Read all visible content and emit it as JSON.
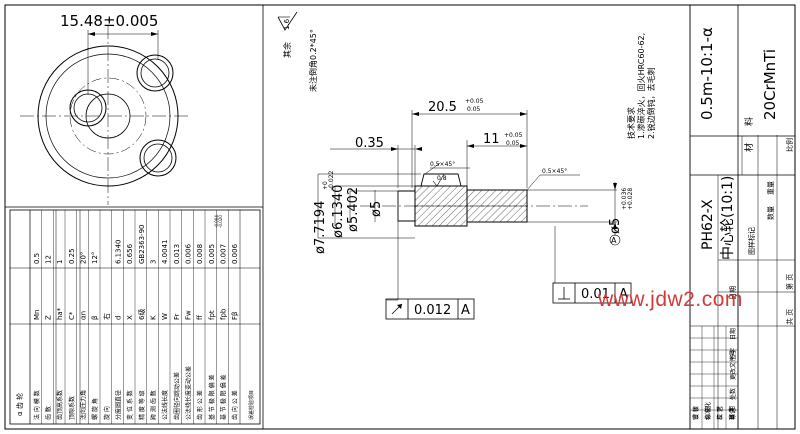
{
  "front_view": {
    "dim_top": "15.48±0.005"
  },
  "section": {
    "dim_total": "20.5",
    "dim_total_tol_upper": "+0.05",
    "dim_total_tol_lower": "0.05",
    "dim_035": "0.35",
    "dim_11": "11",
    "dim_11_tol_upper": "+0.05",
    "dim_11_tol_lower": "0.05",
    "chamfer_left": "0.5×45°",
    "roughness_small": "0.8",
    "chamfer_right": "0.5×45°",
    "dia_77194": "ø7.7194",
    "dia_77194_tol_upper": "+0",
    "dia_77194_tol_lower": "-0.022",
    "dia_61340": "ø6.1340",
    "dia_5402": "ø5.402",
    "dia_5": "ø5",
    "dia_5h": "ø5",
    "dia_5h_tol_upper": "+0.036",
    "dia_5h_tol_lower": "+0.028",
    "datum_label": "A",
    "runout_value": "0.012",
    "runout_datum": "A",
    "perp_value": "0.01",
    "perp_datum": "A"
  },
  "notes": {
    "roughness_value": "1.6",
    "rest_label": "其余",
    "chamfer_note": "未注倒角0.2*45°",
    "tech_title": "技术要求",
    "tech_line1": "1.渗碳淬火，回火HRC60-62,",
    "tech_line2": "2.锐边倒钝，去毛刺"
  },
  "gear_table": {
    "title": "α 齿 轮",
    "rows": [
      {
        "name": "法 向 模 数",
        "sym": "Mn",
        "val": "0.5"
      },
      {
        "name": "齿 数",
        "sym": "Z",
        "val": "12"
      },
      {
        "name": "齿顶高系数",
        "sym": "ha*",
        "val": "1"
      },
      {
        "name": "顶隙系数",
        "sym": "C*",
        "val": "0.25"
      },
      {
        "name": "法向压力角",
        "sym": "αn",
        "val": "20°"
      },
      {
        "name": "螺 旋 角",
        "sym": "β",
        "val": "12°"
      },
      {
        "name": "旋 向",
        "sym": "右",
        "val": ""
      },
      {
        "name": "分度圆直径",
        "sym": "d",
        "val": "6.1340"
      },
      {
        "name": "变 位 系 数",
        "sym": "X",
        "val": "0.656"
      },
      {
        "name": "精 度 等 级",
        "sym": "6级",
        "val": "GB2363-90"
      },
      {
        "name": "跨 测 齿 数",
        "sym": "K",
        "val": "3"
      },
      {
        "name": "公法线长度",
        "sym": "W",
        "val": "4.0041"
      }
    ],
    "w_tol_upper": "-0.004",
    "w_tol_lower": "-0.020",
    "check_label": "误差检验项目",
    "check_rows": [
      {
        "name": "齿圈径向跳动公差",
        "sym": "Fr",
        "val": "0.013"
      },
      {
        "name": "公法线长度变动公差",
        "sym": "Fw",
        "val": "0.006"
      },
      {
        "name": "齿 形 公 差",
        "sym": "ff",
        "val": "0.008"
      },
      {
        "name": "基 节 极 限 偏 差",
        "sym": "fpt",
        "val": "0.005"
      },
      {
        "name": "基 节 极 限 偏 差",
        "sym": "fpb",
        "val": "0.007"
      },
      {
        "name": "齿 向 公 差",
        "sym": "Fβ",
        "val": "0.006"
      }
    ]
  },
  "title_block": {
    "part_number": "0.5m-10:1-α",
    "material_label_a": "材",
    "material_label_b": "料",
    "material": "20CrMnTi",
    "product_code": "PH62-X",
    "part_name": "中心轮(10:1)",
    "ratio_label": "比例",
    "weight_label": "重量",
    "qty_label": "数量",
    "stage_label": "图样标记",
    "sheet_total": "共 页",
    "sheet_no": "第 页",
    "date_label": "日期",
    "revision_cols": [
      "标记",
      "处数",
      "更改文件号",
      "签字",
      "日期"
    ],
    "people": [
      "设 计",
      "标准化",
      "校 对",
      "审 定",
      "审 核",
      "会 签",
      "工 艺",
      "日 期"
    ]
  },
  "watermark": "www.jdw2.com"
}
